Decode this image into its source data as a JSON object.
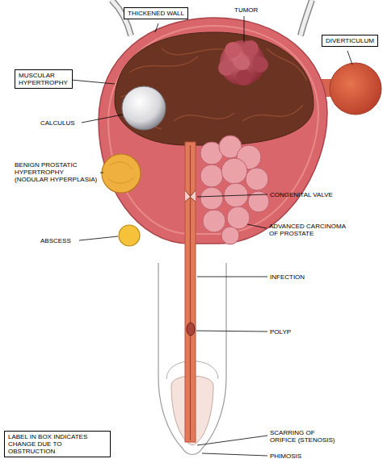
{
  "diagram": {
    "nodes": [
      {
        "text": [
          "THICKENED WALL"
        ]
      },
      {
        "text": [
          "DIVERTICULUM"
        ]
      },
      {
        "text": [
          "MUSCULAR HYPERTROPHY"
        ]
      },
      {
        "text": [
          "LABEL IN BOX INDICATES CHANGE DUE TO OBSTRUCTION"
        ]
      }
    ],
    "labels": [
      "TUMOR",
      "CALCULUS",
      "BENIGN PROSTATIC HYPERTROPHY (NODULAR HYPERPLASIA)",
      "CONGENITAL VALVE",
      "ADVANCED CARCINOMA OF PROSTATE",
      "ABSCESS",
      "INFECTION",
      "POLYP",
      "SCARRING OF ORIFICE (STENOSIS)",
      "PHIMOSIS"
    ]
  }
}
